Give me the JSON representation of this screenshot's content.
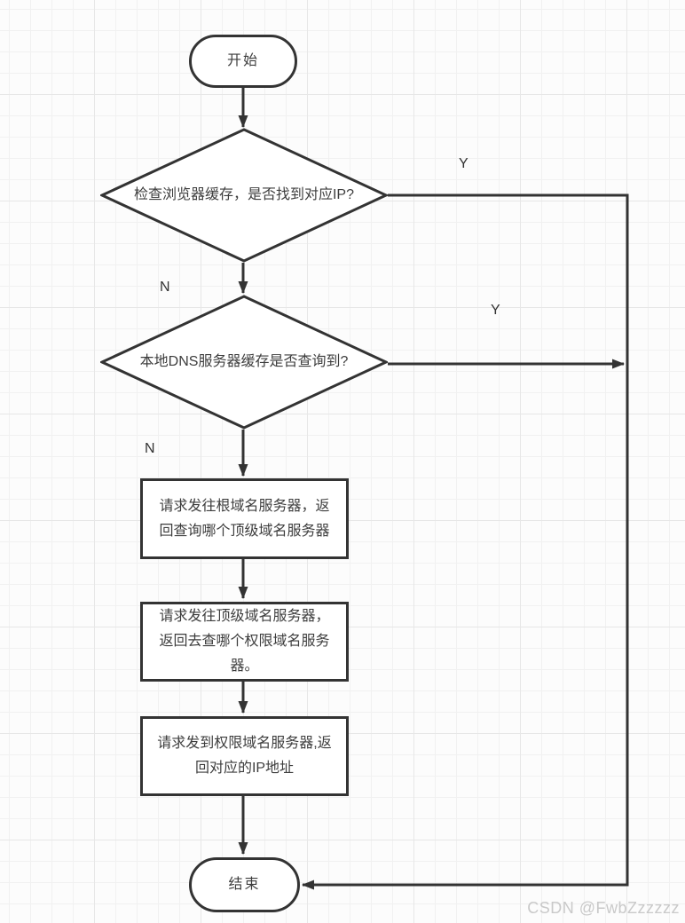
{
  "flowchart": {
    "start": "开始",
    "end": "结束",
    "decision_browser_cache": "检查浏览器缓存，是否找到对应IP?",
    "decision_local_dns": "本地DNS服务器缓存是否查询到?",
    "process_root_server": "请求发往根域名服务器，返回查询哪个顶级域名服务器",
    "process_tld_server": "请求发往顶级域名服务器，返回去查哪个权限域名服务器。",
    "process_authoritative_server": "请求发到权限域名服务器,返回对应的IP地址",
    "branch_labels": {
      "decision1_yes": "Y",
      "decision1_no": "N",
      "decision2_yes": "Y",
      "decision2_no": "N"
    }
  },
  "watermark": "CSDN @FwbZzzzzz",
  "colors": {
    "stroke": "#333333",
    "node_fill": "#ffffff",
    "text": "#3d3d3d",
    "grid_line": "#f1f1f1",
    "grid_line_major": "#e7e7e7",
    "background": "#fcfcfc",
    "watermark_text": "#c9c9c9"
  }
}
